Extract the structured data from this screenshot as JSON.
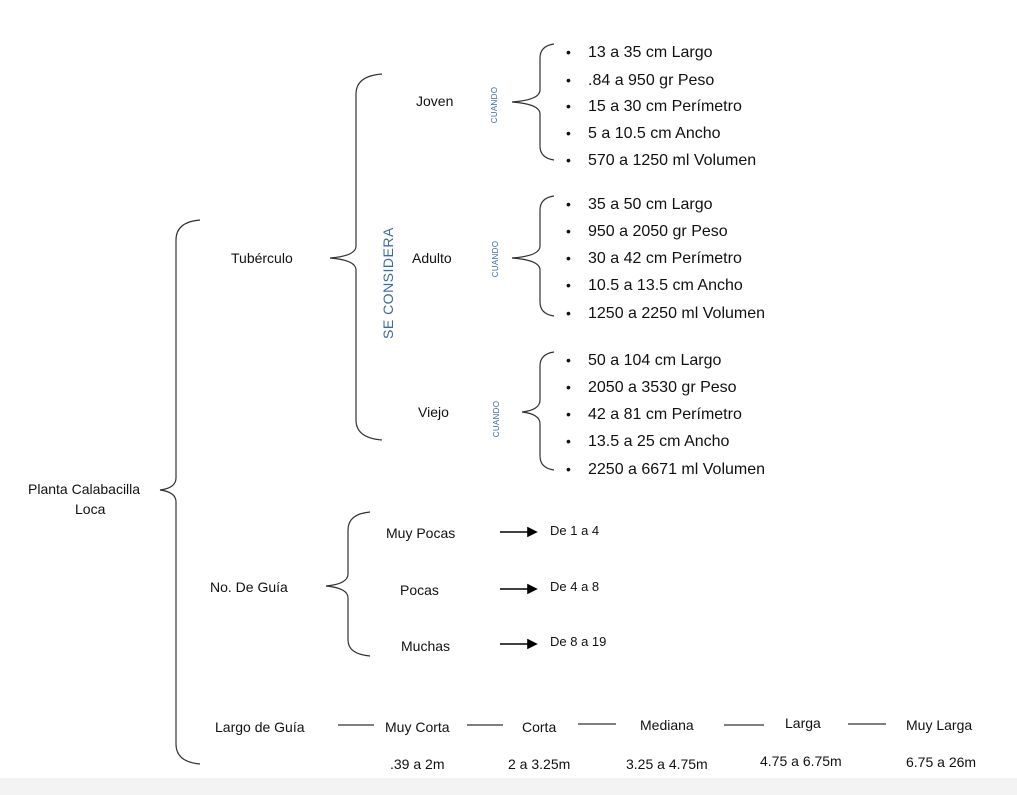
{
  "root": {
    "line1": "Planta  Calabacilla",
    "line2": "Loca"
  },
  "tuberculo": {
    "label": "Tubérculo",
    "se_considera": "SE CONSIDERA",
    "stages": [
      {
        "label": "Joven",
        "cuando": "CUANDO",
        "items": [
          "13 a 35 cm Largo",
          ".84 a 950 gr Peso",
          "15 a 30 cm Perímetro",
          "5 a 10.5 cm Ancho",
          "570 a 1250 ml Volumen"
        ]
      },
      {
        "label": "Adulto",
        "cuando": "CUANDO",
        "items": [
          "35 a 50 cm Largo",
          "950 a 2050 gr Peso",
          "30 a 42 cm Perímetro",
          "10.5 a 13.5 cm Ancho",
          "1250 a 2250 ml Volumen"
        ]
      },
      {
        "label": "Viejo",
        "cuando": "CUANDO",
        "items": [
          "50 a 104 cm Largo",
          "2050 a 3530 gr Peso",
          "42 a 81 cm Perímetro",
          "13.5 a 25 cm Ancho",
          "2250 a 6671 ml Volumen"
        ]
      }
    ]
  },
  "guias": {
    "label": "No. De Guía",
    "rows": [
      {
        "label": "Muy Pocas",
        "range": "De 1 a 4"
      },
      {
        "label": "Pocas",
        "range": "De 4 a 8"
      },
      {
        "label": "Muchas",
        "range": "De 8 a 19"
      }
    ]
  },
  "largo": {
    "label": "Largo de Guía",
    "categories": [
      {
        "label": "Muy Corta",
        "range": ".39 a 2m"
      },
      {
        "label": "Corta",
        "range": "2 a 3.25m"
      },
      {
        "label": "Mediana",
        "range": "3.25 a 4.75m"
      },
      {
        "label": "Larga",
        "range": "4.75 a 6.75m"
      },
      {
        "label": "Muy Larga",
        "range": "6.75 a 26m"
      }
    ]
  },
  "bullet": "•"
}
